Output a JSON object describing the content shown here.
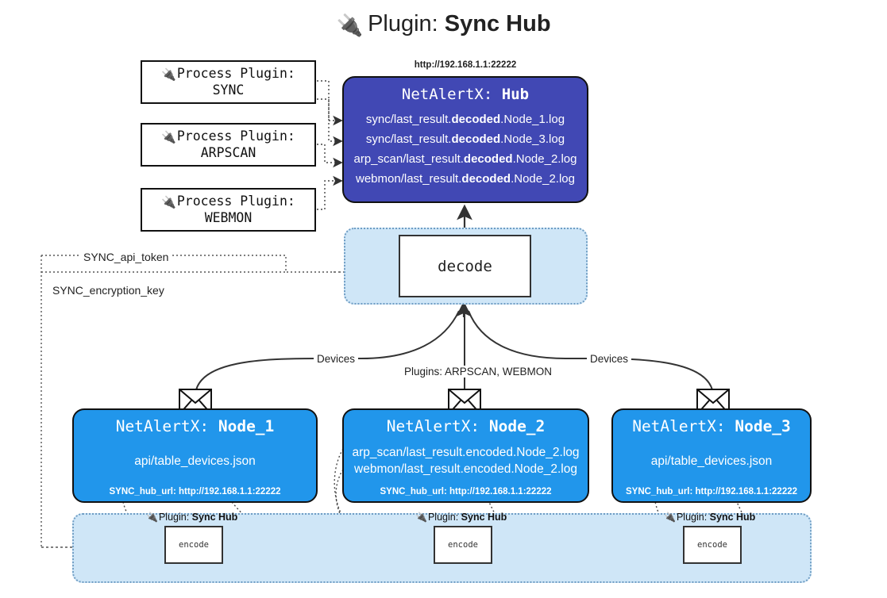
{
  "title": {
    "icon": "plug-icon",
    "prefix": "Plugin: ",
    "name": "Sync Hub"
  },
  "process_plugins": [
    {
      "line1": "Process Plugin:",
      "line2": "SYNC",
      "icon": "plug-icon"
    },
    {
      "line1": "Process Plugin:",
      "line2": "ARPSCAN",
      "icon": "plug-icon"
    },
    {
      "line1": "Process Plugin:",
      "line2": "WEBMON",
      "icon": "plug-icon"
    }
  ],
  "hub": {
    "url": "http://192.168.1.1:22222",
    "title_prefix": "NetAlertX: ",
    "title_name": "Hub",
    "logs": [
      {
        "pre": "sync/last_result.",
        "mid": "decoded",
        "post": ".Node_1.log"
      },
      {
        "pre": "sync/last_result.",
        "mid": "decoded",
        "post": ".Node_3.log"
      },
      {
        "pre": "arp_scan/last_result.",
        "mid": "decoded",
        "post": ".Node_2.log"
      },
      {
        "pre": "webmon/last_result.",
        "mid": "decoded",
        "post": ".Node_2.log"
      }
    ]
  },
  "decode": {
    "label": "decode"
  },
  "settings": {
    "api_token": "SYNC_api_token",
    "encryption_key": "SYNC_encryption_key"
  },
  "edges": {
    "devices_left": "Devices",
    "devices_right": "Devices",
    "plugins_center": "Plugins: ARPSCAN, WEBMON"
  },
  "nodes": [
    {
      "title_prefix": "NetAlertX: ",
      "title_name": "Node_1",
      "lines": [
        "api/table_devices.json"
      ],
      "footer": "SYNC_hub_url: http://192.168.1.1:22222",
      "icon": "envelope-icon"
    },
    {
      "title_prefix": "NetAlertX: ",
      "title_name": "Node_2",
      "lines": [
        "arp_scan/last_result.encoded.Node_2.log",
        "webmon/last_result.encoded.Node_2.log"
      ],
      "footer": "SYNC_hub_url: http://192.168.1.1:22222",
      "icon": "envelope-icon"
    },
    {
      "title_prefix": "NetAlertX: ",
      "title_name": "Node_3",
      "lines": [
        "api/table_devices.json"
      ],
      "footer": "SYNC_hub_url: http://192.168.1.1:22222",
      "icon": "envelope-icon"
    }
  ],
  "encoders": [
    {
      "tag_prefix": "Plugin: ",
      "tag_name": "Sync Hub",
      "label": "encode",
      "icon": "plug-icon"
    },
    {
      "tag_prefix": "Plugin: ",
      "tag_name": "Sync Hub",
      "label": "encode",
      "icon": "plug-icon"
    },
    {
      "tag_prefix": "Plugin: ",
      "tag_name": "Sync Hub",
      "label": "encode",
      "icon": "plug-icon"
    }
  ],
  "colors": {
    "hub_fill": "#4148b4",
    "node_fill": "#2196eb",
    "band_fill": "#cfe6f7",
    "band_border": "#6f9dc4",
    "stroke": "#333333"
  }
}
